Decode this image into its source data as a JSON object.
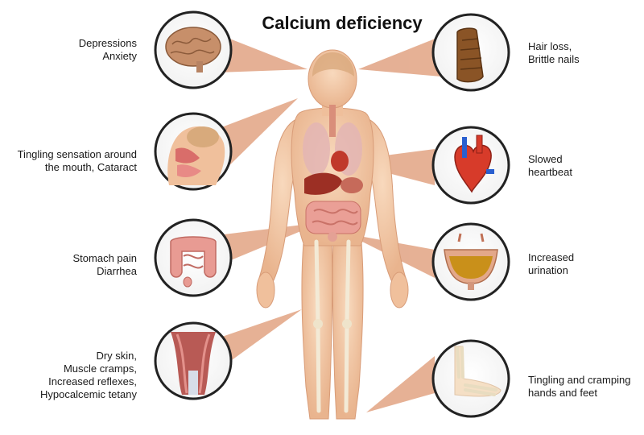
{
  "title": "Calcium deficiency",
  "symptoms": {
    "brain": {
      "lines": [
        "Depressions",
        "Anxiety"
      ],
      "icon": "brain-icon"
    },
    "mouth": {
      "lines": [
        "Tingling sensation around",
        "the mouth, Cataract"
      ],
      "icon": "head-cross-section-icon"
    },
    "intestine": {
      "lines": [
        "Stomach pain",
        "Diarrhea"
      ],
      "icon": "intestine-icon"
    },
    "muscle": {
      "lines": [
        "Dry skin,",
        "Muscle cramps,",
        "Increased reflexes,",
        "Hypocalcemic tetany"
      ],
      "icon": "muscle-icon"
    },
    "hair": {
      "lines": [
        "Hair loss,",
        "Brittle nails"
      ],
      "icon": "hair-strand-icon"
    },
    "heart": {
      "lines": [
        "Slowed",
        "heartbeat"
      ],
      "icon": "heart-icon"
    },
    "bladder": {
      "lines": [
        "Increased",
        "urination"
      ],
      "icon": "bladder-icon"
    },
    "foot": {
      "lines": [
        "Tingling and cramping",
        "hands and feet"
      ],
      "icon": "foot-bones-icon"
    }
  },
  "colors": {
    "skin": "#f3c9a6",
    "skin_dark": "#e2a883",
    "callout": "#e3a88a",
    "bone": "#f1e6cf",
    "organ_red": "#b23a2c",
    "intestine": "#e89b93"
  }
}
